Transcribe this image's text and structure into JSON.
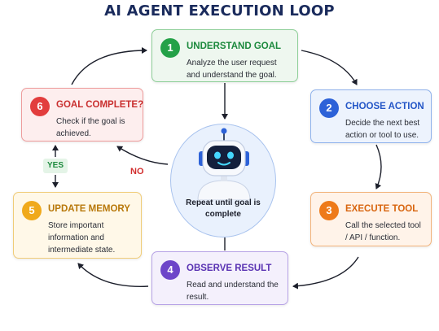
{
  "title": "AI AGENT EXECUTION LOOP",
  "steps": [
    {
      "number": "1",
      "heading": "UNDERSTAND GOAL",
      "description": "Analyze the user request and understand the goal.",
      "color": "#24a148"
    },
    {
      "number": "2",
      "heading": "CHOOSE ACTION",
      "description": "Decide the next best action or tool to use.",
      "color": "#2d62d8"
    },
    {
      "number": "3",
      "heading": "EXECUTE TOOL",
      "description": "Call the selected tool / API / function.",
      "color": "#ee7a1a"
    },
    {
      "number": "4",
      "heading": "OBSERVE RESULT",
      "description": "Read and understand the result.",
      "color": "#6d45c9"
    },
    {
      "number": "5",
      "heading": "UPDATE MEMORY",
      "description": "Store important information and intermediate state.",
      "color": "#f0a91b"
    },
    {
      "number": "6",
      "heading": "GOAL COMPLETE?",
      "description": "Check if the goal is achieved.",
      "color": "#e23d3d"
    }
  ],
  "center": {
    "text": "Repeat until goal is complete",
    "icon": "robot-icon"
  },
  "decision_labels": {
    "yes": "YES",
    "no": "NO"
  }
}
